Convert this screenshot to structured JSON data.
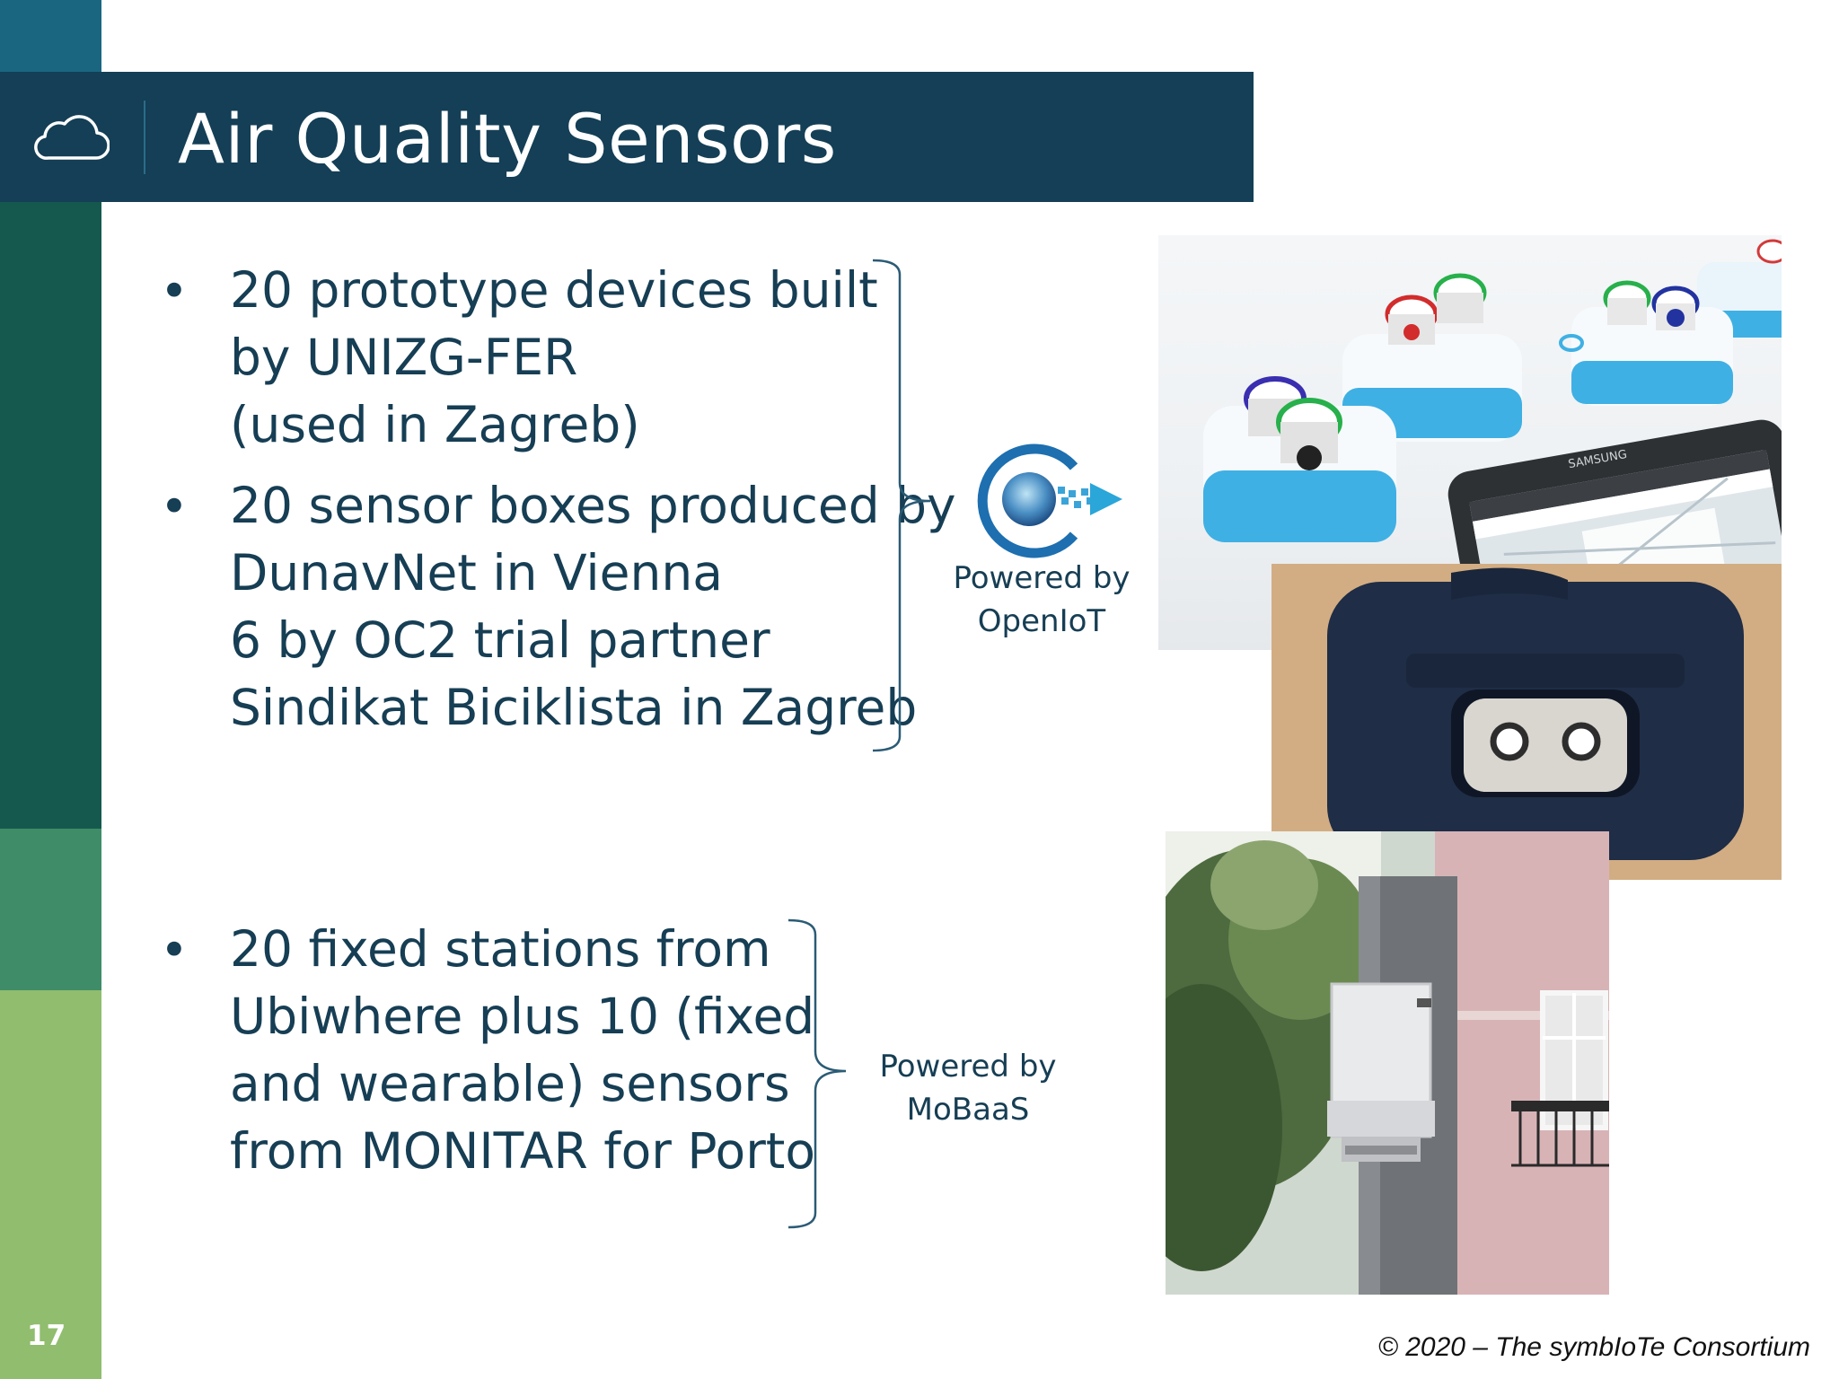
{
  "slide": {
    "title": "Air Quality Sensors",
    "number": "17",
    "copyright": "© 2020 – The symbIoTe Consortium"
  },
  "bullets": [
    {
      "lines": [
        "20 prototype devices built",
        "by UNIZG-FER",
        "(used in Zagreb)"
      ]
    },
    {
      "lines": [
        "20 sensor boxes produced by",
        "DunavNet in Vienna",
        "6 by OC2 trial partner",
        "Sindikat Biciklista in Zagreb"
      ]
    },
    {
      "lines": [
        "20 fixed stations from",
        "Ubiwhere plus 10 (fixed",
        "and wearable) sensors",
        "from MONITAR for Porto"
      ]
    }
  ],
  "powered": {
    "openiot": {
      "line1": "Powered by",
      "line2": "OpenIoT"
    },
    "mobaas": {
      "line1": "Powered by",
      "line2": "MoBaaS"
    }
  },
  "photos": {
    "phone_brand": "SAMSUNG"
  },
  "colors": {
    "title_bar": "#143f56",
    "text": "#163e54",
    "strip_top": "#1a6680",
    "strip_dark_green": "#15594e",
    "strip_mid_green": "#3f8c68",
    "strip_light_green": "#91bd6e",
    "sensor_blue": "#3fb0e4"
  },
  "icons": [
    "cloud-icon",
    "openiot-logo-icon"
  ]
}
